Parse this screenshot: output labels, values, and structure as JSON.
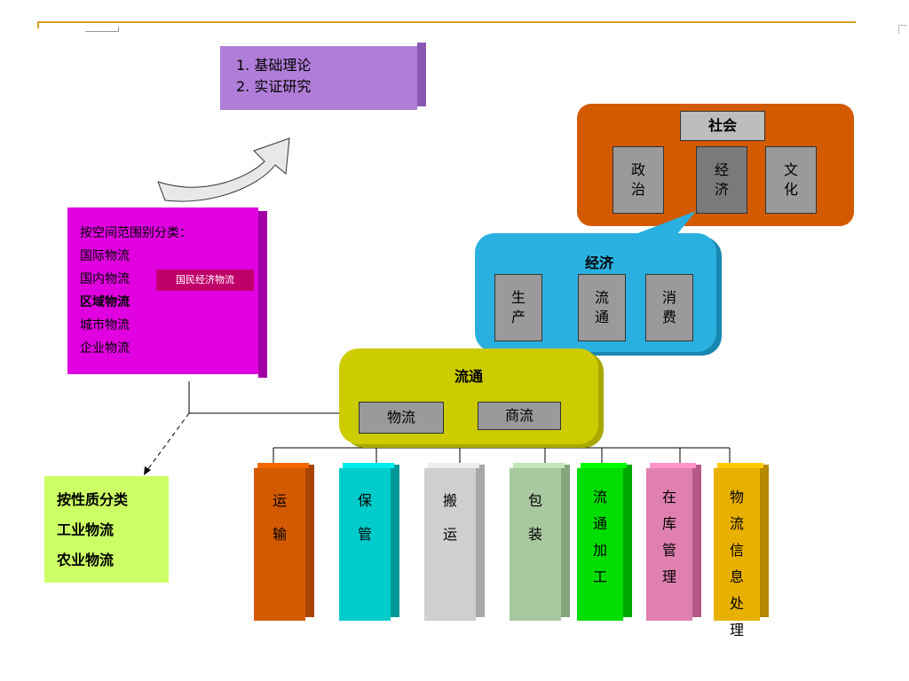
{
  "theory": {
    "items": [
      "1.  基础理论",
      "2.  实证研究"
    ]
  },
  "spatial": {
    "title": "按空间范围别分类：",
    "international": "国际物流",
    "domestic": "国内物流",
    "national_economy": "国民经济物流",
    "regional": "区域物流",
    "urban": "城市物流",
    "enterprise": "企业物流"
  },
  "nature": {
    "title": "按性质分类",
    "industrial": "工业物流",
    "agricultural": "农业物流"
  },
  "society": {
    "title": "社会",
    "politics": "政\n治",
    "economy": "经\n济",
    "culture": "文\n化"
  },
  "economy": {
    "title": "经济",
    "production": "生\n产",
    "circulation": "流\n通",
    "consumption": "消\n费"
  },
  "circulation": {
    "title": "流通",
    "logistics": "物流",
    "commerce": "商流"
  },
  "functions": [
    {
      "label": "运\n输",
      "color": "#d45a00",
      "side": "#a84400"
    },
    {
      "label": "保\n管",
      "color": "#00cccc",
      "side": "#009898"
    },
    {
      "label": "搬\n运",
      "color": "#cfcfcf",
      "side": "#a8a8a8"
    },
    {
      "label": "包\n装",
      "color": "#a8c8a0",
      "side": "#84a47c"
    },
    {
      "label": "流\n通\n加\n工",
      "color": "#00dd00",
      "side": "#00a800"
    },
    {
      "label": "在\n库\n管\n理",
      "color": "#e080b0",
      "side": "#b45888"
    },
    {
      "label": "物\n流\n信\n息\n处\n理",
      "color": "#e8b000",
      "side": "#b48800"
    }
  ]
}
